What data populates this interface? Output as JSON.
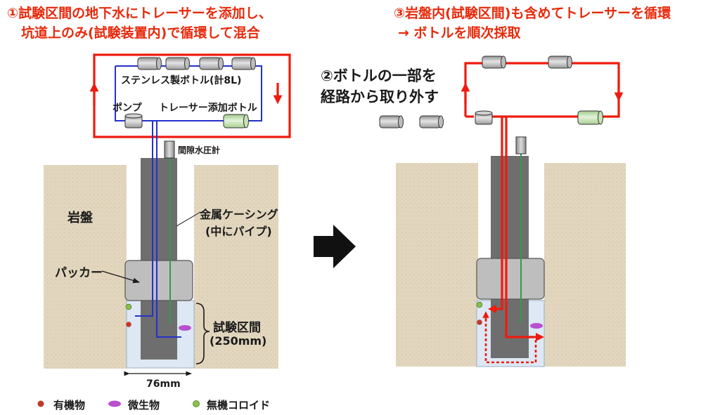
{
  "step1": {
    "line1": "①試験区間の地下水にトレーサーを添加し、",
    "line2": "坑道上のみ(試験装置内)で循環して混合"
  },
  "step3": {
    "line1": "③岩盤内(試験区間)も含めてトレーサーを循環",
    "line2": "→ ボトルを順次採取"
  },
  "step2": {
    "line1": "②ボトルの一部を",
    "line2": "経路から取り外す"
  },
  "labels": {
    "stainless_bottles": "ステンレス製ボトル(計8L)",
    "pump": "ポンプ",
    "tracer_bottle": "トレーサー添加ボトル",
    "pore_pressure_gauge": "間隙水圧計",
    "bedrock": "岩盤",
    "casing_line1": "金属ケーシング",
    "casing_line2": "(中にパイプ)",
    "packer": "パッカー",
    "test_section_line1": "試験区間",
    "test_section_line2": "(250mm)",
    "diameter": "76mm"
  },
  "legend": [
    {
      "label": "有機物",
      "color": "#c0392b",
      "shape": "dot"
    },
    {
      "label": "微生物",
      "color": "#b84fd0",
      "shape": "ellipse"
    },
    {
      "label": "無機コロイド",
      "color": "#8bc34a",
      "shape": "dot"
    }
  ],
  "colors": {
    "accent_red": "#e8290b",
    "flow_blue": "#2431c9",
    "flow_red": "#ee1b0e",
    "gauge_line_green": "#2e9e47",
    "rock": "#e2d6be",
    "casing": "#6e6e6e",
    "packer": "#bebebe",
    "test_water": "#dde8f4"
  }
}
